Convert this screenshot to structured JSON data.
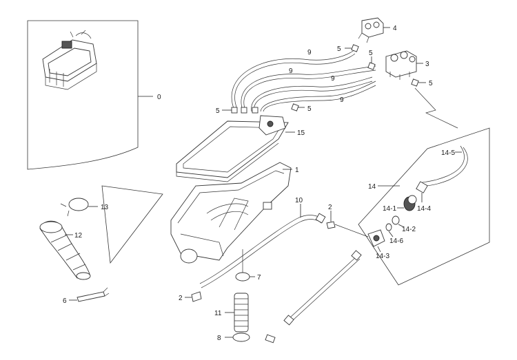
{
  "callouts": {
    "c0": "0",
    "c1": "1",
    "c2a": "2",
    "c2b": "2",
    "c3": "3",
    "c4": "4",
    "c5a": "5",
    "c5b": "5",
    "c5c": "5",
    "c5d": "5",
    "c5e": "5",
    "c6": "6",
    "c7": "7",
    "c8": "8",
    "c9a": "9",
    "c9b": "9",
    "c9c": "9",
    "c9d": "9",
    "c10": "10",
    "c11": "11",
    "c12": "12",
    "c13": "13",
    "c14": "14",
    "c14_1": "14-1",
    "c14_2": "14-2",
    "c14_3": "14-3",
    "c14_4": "14-4",
    "c14_5": "14-5",
    "c14_6": "14-6",
    "c15": "15"
  }
}
